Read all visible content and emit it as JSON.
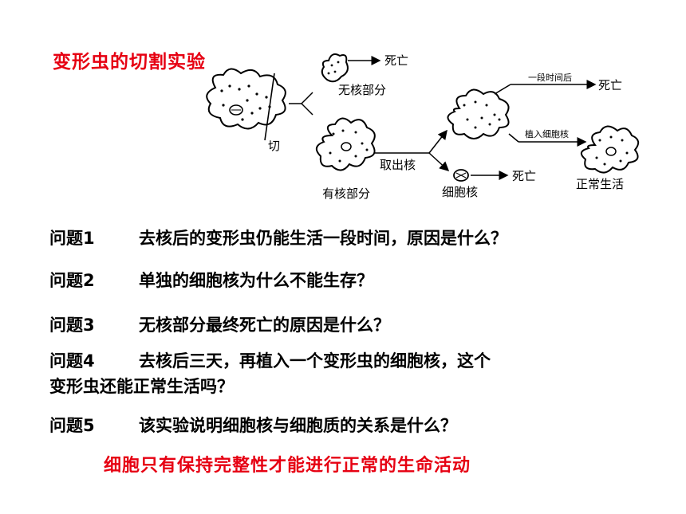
{
  "title": "变形虫的切割实验",
  "diagram": {
    "cut_label": "切",
    "no_nucleus_part": "无核部分",
    "death_1": "死亡",
    "nucleated_part": "有核部分",
    "extract_nucleus": "取出核",
    "after_a_while": "一段时间后",
    "death_2": "死亡",
    "implant_nucleus": "植入细胞核",
    "normal_life": "正常生活",
    "nucleus": "细胞核",
    "death_3": "死亡"
  },
  "questions": [
    {
      "num": "问题1",
      "text": "去核后的变形虫仍能生活一段时间，原因是什么？"
    },
    {
      "num": "问题2",
      "text": "单独的细胞核为什么不能生存？"
    },
    {
      "num": "问题3",
      "text": "无核部分最终死亡的原因是什么？"
    },
    {
      "num": "问题4",
      "text": "去核后三天，再植入一个变形虫的细胞核，这个",
      "text2": "变形虫还能正常生活吗？"
    },
    {
      "num": "问题5",
      "text": "该实验说明细胞核与细胞质的关系是什么？"
    }
  ],
  "conclusion": "细胞只有保持完整性才能进行正常的生命活动"
}
